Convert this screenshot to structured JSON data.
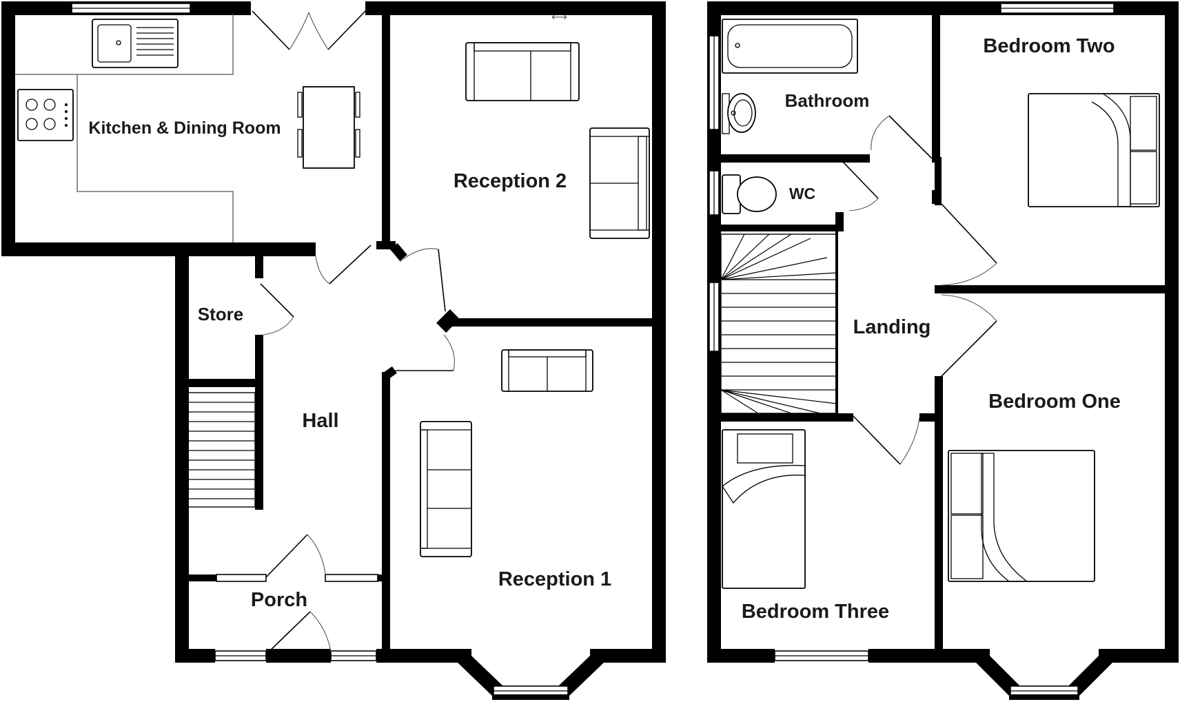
{
  "ground_floor": {
    "rooms": {
      "kitchen_dining": "Kitchen & Dining Room",
      "reception_2": "Reception 2",
      "store": "Store",
      "hall": "Hall",
      "reception_1": "Reception 1",
      "porch": "Porch"
    }
  },
  "first_floor": {
    "rooms": {
      "bathroom": "Bathroom",
      "wc": "WC",
      "bedroom_two": "Bedroom Two",
      "landing": "Landing",
      "bedroom_one": "Bedroom One",
      "bedroom_three": "Bedroom Three"
    }
  }
}
